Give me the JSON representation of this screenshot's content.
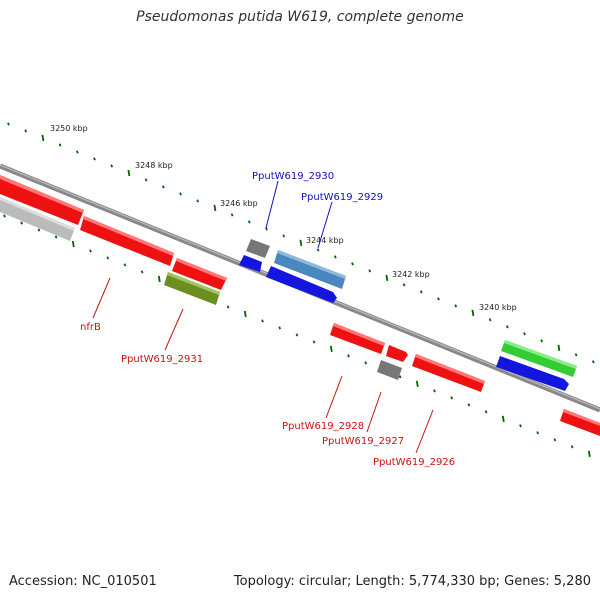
{
  "title": "Pseudomonas putida W619, complete genome",
  "footer": {
    "accession": "Accession: NC_010501",
    "summary": "Topology: circular; Length: 5,774,330 bp; Genes: 5,280"
  },
  "scale_ticks": [
    "3250 kbp",
    "3248 kbp",
    "3246 kbp",
    "3244 kbp",
    "3242 kbp",
    "3240 kbp"
  ],
  "gene_labels": {
    "nfrB": "nfrB",
    "g2931": "PputW619_2931",
    "g2930": "PputW619_2930",
    "g2929": "PputW619_2929",
    "g2928": "PputW619_2928",
    "g2927": "PputW619_2927",
    "g2926": "PputW619_2926"
  },
  "colors": {
    "forward_label": "#1010c0",
    "reverse_label": "#cc1010",
    "red_gene": "#ee1111",
    "blue_gene": "#1515e0",
    "steel_gene": "#4a86c0",
    "olive_gene": "#6b8e23",
    "green_gene": "#33cc33",
    "gray_gene": "#777777",
    "light_gray_gene": "#bbbbbb",
    "backbone": "#888888",
    "tick_green": "#006400"
  }
}
